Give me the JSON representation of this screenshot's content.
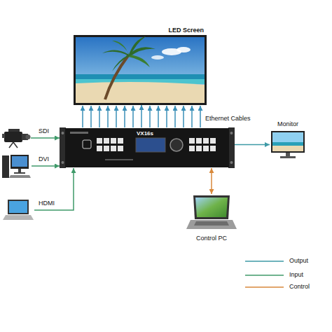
{
  "diagram": {
    "nodes": [
      {
        "text": [
          "LED Screen"
        ]
      },
      {
        "text": [
          "SDI"
        ]
      },
      {
        "text": [
          "VX16s"
        ]
      },
      {
        "text": [
          "Monitor"
        ]
      },
      {
        "text": [
          "DVI"
        ]
      },
      {
        "text": [
          "HDMI"
        ]
      },
      {
        "text": [
          "Control PC"
        ]
      }
    ],
    "edges": [
      {
        "from": 2,
        "to": 0,
        "label": "Ethernet Cables",
        "arrow": "to"
      },
      {
        "from": 1,
        "to": 2,
        "arrow": "to"
      },
      {
        "from": 4,
        "to": 2,
        "arrow": "to"
      },
      {
        "from": 5,
        "to": 2,
        "arrow": "to"
      },
      {
        "from": 2,
        "to": 3,
        "arrow": "to"
      },
      {
        "from": 2,
        "to": 6,
        "arrow": "both"
      }
    ],
    "legend": [
      {
        "text": "Output"
      },
      {
        "text": "Input"
      },
      {
        "text": "Control"
      }
    ]
  }
}
